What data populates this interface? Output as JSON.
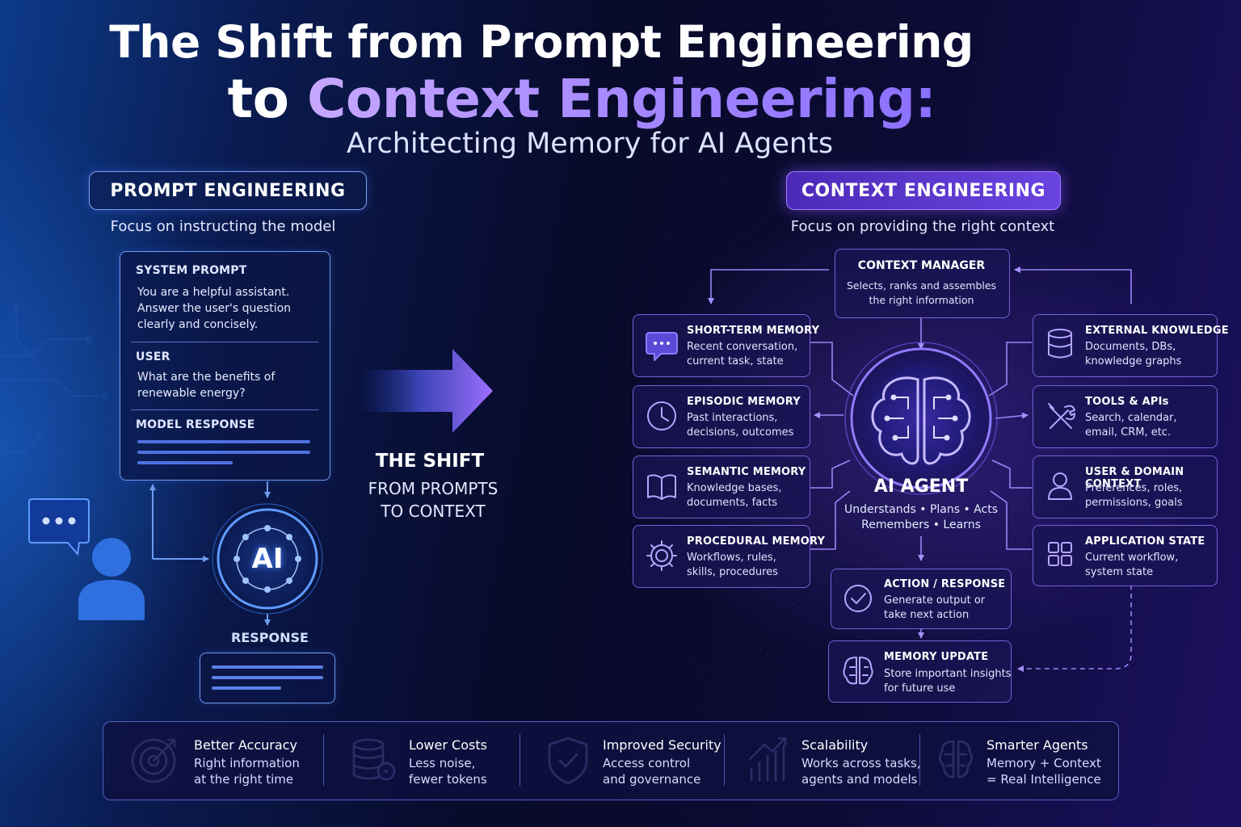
{
  "title": {
    "line1": "The Shift from Prompt Engineering",
    "line2_prefix": "to ",
    "line2_accent": "Context Engineering:",
    "subtitle": "Architecting Memory for AI Agents"
  },
  "left": {
    "header": "PROMPT ENGINEERING",
    "focus": "Focus on instructing the model",
    "system_label": "SYSTEM PROMPT",
    "system_lines": [
      "You are a helpful assistant.",
      "Answer the user's question",
      "clearly and concisely."
    ],
    "user_label": "USER",
    "user_lines": [
      "What are the benefits of",
      "renewable energy?"
    ],
    "model_label": "MODEL RESPONSE",
    "ai_badge": "AI",
    "response_label": "RESPONSE"
  },
  "shift": {
    "title": "THE SHIFT",
    "sub_line1": "FROM PROMPTS",
    "sub_line2": "TO CONTEXT"
  },
  "right": {
    "header": "CONTEXT ENGINEERING",
    "focus": "Focus on providing the right context",
    "manager": {
      "title": "CONTEXT MANAGER",
      "line1": "Selects, ranks and assembles",
      "line2": "the right information"
    },
    "agent": {
      "title": "AI AGENT",
      "line1": "Understands • Plans • Acts",
      "line2": "Remembers • Learns"
    },
    "memories": [
      {
        "title": "SHORT-TERM MEMORY",
        "line1": "Recent conversation,",
        "line2": "current task, state",
        "icon": "chat-bubble-icon"
      },
      {
        "title": "EPISODIC MEMORY",
        "line1": "Past interactions,",
        "line2": "decisions, outcomes",
        "icon": "clock-icon"
      },
      {
        "title": "SEMANTIC MEMORY",
        "line1": "Knowledge bases,",
        "line2": "documents, facts",
        "icon": "book-icon"
      },
      {
        "title": "PROCEDURAL MEMORY",
        "line1": "Workflows, rules,",
        "line2": "skills, procedures",
        "icon": "gear-icon"
      }
    ],
    "sources": [
      {
        "title": "EXTERNAL KNOWLEDGE",
        "line1": "Documents, DBs,",
        "line2": "knowledge graphs",
        "icon": "database-icon"
      },
      {
        "title": "TOOLS & APIs",
        "line1": "Search, calendar,",
        "line2": "email, CRM, etc.",
        "icon": "tools-icon"
      },
      {
        "title": "USER & DOMAIN CONTEXT",
        "line1": "Preferences, roles,",
        "line2": "permissions, goals",
        "icon": "user-icon"
      },
      {
        "title": "APPLICATION STATE",
        "line1": "Current workflow,",
        "line2": "system state",
        "icon": "grid-icon"
      }
    ],
    "action": {
      "title": "ACTION / RESPONSE",
      "line1": "Generate output or",
      "line2": "take next action"
    },
    "memory_update": {
      "title": "MEMORY UPDATE",
      "line1": "Store important insights",
      "line2": "for future use"
    }
  },
  "benefits": [
    {
      "title": "Better Accuracy",
      "line1": "Right information",
      "line2": "at the right time",
      "icon": "target-icon"
    },
    {
      "title": "Lower Costs",
      "line1": "Less noise,",
      "line2": "fewer tokens",
      "icon": "database-coin-icon"
    },
    {
      "title": "Improved Security",
      "line1": "Access control",
      "line2": "and governance",
      "icon": "shield-check-icon"
    },
    {
      "title": "Scalability",
      "line1": "Works across tasks,",
      "line2": "agents and models",
      "icon": "growth-chart-icon"
    },
    {
      "title": "Smarter Agents",
      "line1": "Memory + Context",
      "line2": "= Real Intelligence",
      "icon": "brain-icon"
    }
  ],
  "colors": {
    "accent_purple": "#7b5cf0",
    "accent_blue": "#4f72e0",
    "line_purple": "#9b85f5"
  }
}
